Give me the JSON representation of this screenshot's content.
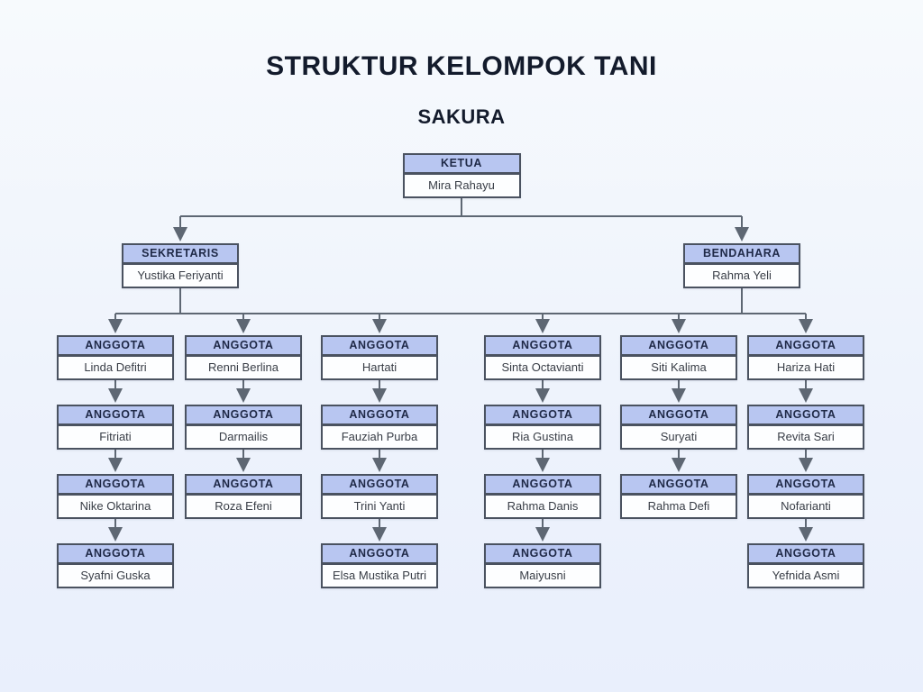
{
  "title": "STRUKTUR KELOMPOK TANI",
  "subtitle": "SAKURA",
  "colors": {
    "header_fill": "#b8c6f1",
    "box_border": "#4a5260",
    "connector": "#5e6773",
    "header_text": "#1f2947",
    "name_text": "#383d46",
    "title_text": "#131b2c",
    "bg_top": "#f7fafd",
    "bg_bottom": "#e9effc"
  },
  "org": {
    "root": {
      "role": "KETUA",
      "name": "Mira Rahayu"
    },
    "officers": [
      {
        "role": "SEKRETARIS",
        "name": "Yustika Feriyanti"
      },
      {
        "role": "BENDAHARA",
        "name": "Rahma Yeli"
      }
    ],
    "member_role_label": "ANGGOTA",
    "columns": [
      {
        "members": [
          "Linda Defitri",
          "Fitriati",
          "Nike Oktarina",
          "Syafni Guska"
        ]
      },
      {
        "members": [
          "Renni Berlina",
          "Darmailis",
          "Roza Efeni"
        ]
      },
      {
        "members": [
          "Hartati",
          "Fauziah Purba",
          "Trini Yanti",
          "Elsa Mustika Putri"
        ]
      },
      {
        "members": [
          "Sinta Octavianti",
          "Ria Gustina",
          "Rahma Danis",
          "Maiyusni"
        ]
      },
      {
        "members": [
          "Siti Kalima",
          "Suryati",
          "Rahma Defi"
        ]
      },
      {
        "members": [
          "Hariza Hati",
          "Revita Sari",
          "Nofarianti",
          "Yefnida Asmi"
        ]
      }
    ]
  }
}
